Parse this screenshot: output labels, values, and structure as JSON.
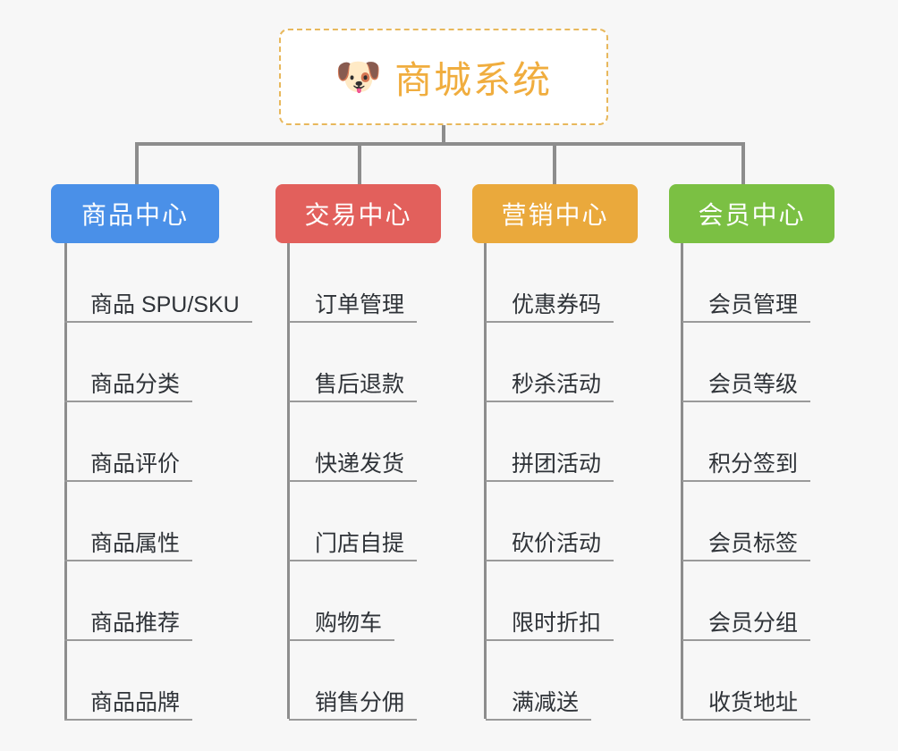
{
  "diagram": {
    "root": {
      "icon": "shiba-dog-face-emoji",
      "emoji": "🐶",
      "title": "商城系统",
      "title_color": "#f0ad3e",
      "border_color": "#e8b85c",
      "background": "#ffffff"
    },
    "background_color": "#f7f7f7",
    "connector_color": "#8d8d8d",
    "leaf_text_color": "#2f3338",
    "columns": [
      {
        "label": "商品中心",
        "color_name": "blue",
        "color": "#4a90e8",
        "items": [
          "商品 SPU/SKU",
          "商品分类",
          "商品评价",
          "商品属性",
          "商品推荐",
          "商品品牌"
        ]
      },
      {
        "label": "交易中心",
        "color_name": "red",
        "color": "#e2605c",
        "items": [
          "订单管理",
          "售后退款",
          "快递发货",
          "门店自提",
          "购物车",
          "销售分佣"
        ]
      },
      {
        "label": "营销中心",
        "color_name": "orange",
        "color": "#eaa93c",
        "items": [
          "优惠券码",
          "秒杀活动",
          "拼团活动",
          "砍价活动",
          "限时折扣",
          "满减送"
        ]
      },
      {
        "label": "会员中心",
        "color_name": "green",
        "color": "#7bc043",
        "items": [
          "会员管理",
          "会员等级",
          "积分签到",
          "会员标签",
          "会员分组",
          "收货地址"
        ]
      }
    ]
  }
}
